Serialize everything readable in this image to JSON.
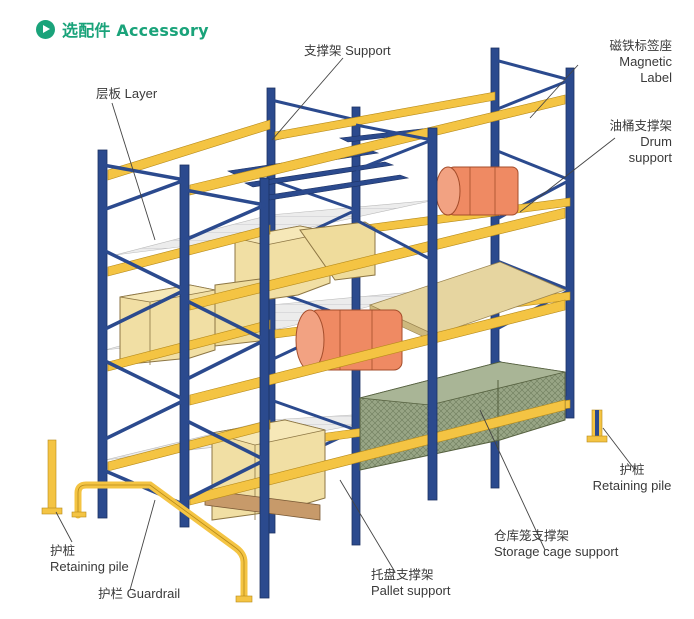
{
  "header": {
    "title": "选配件 Accessory",
    "icon": "play-circle-icon",
    "accent_color": "#1aa37a"
  },
  "labels": {
    "support": {
      "zh": "支撑架",
      "en": "Support"
    },
    "layer": {
      "zh": "层板",
      "en": "Layer"
    },
    "magnetic_label": {
      "zh": "磁铁标签座",
      "en_line1": "Magnetic",
      "en_line2": "Label"
    },
    "drum_support": {
      "zh": "油桶支撑架",
      "en_line1": "Drum",
      "en_line2": "support"
    },
    "retaining_pile_right": {
      "zh": "护桩",
      "en": "Retaining pile"
    },
    "storage_cage_support": {
      "zh": "仓库笼支撑架",
      "en": "Storage cage support"
    },
    "pallet_support": {
      "zh": "托盘支撑架",
      "en": "Pallet support"
    },
    "retaining_pile_left": {
      "zh": "护桩",
      "en": "Retaining pile"
    },
    "guardrail": {
      "zh": "护栏",
      "en": "Guardrail"
    }
  },
  "colors": {
    "upright": "#2b4a8e",
    "beam": "#f4c443",
    "box": "#f1dfa4",
    "drum": "#ef8a63",
    "cage": "#8f9e7c",
    "deck": "#e9e9ea"
  }
}
